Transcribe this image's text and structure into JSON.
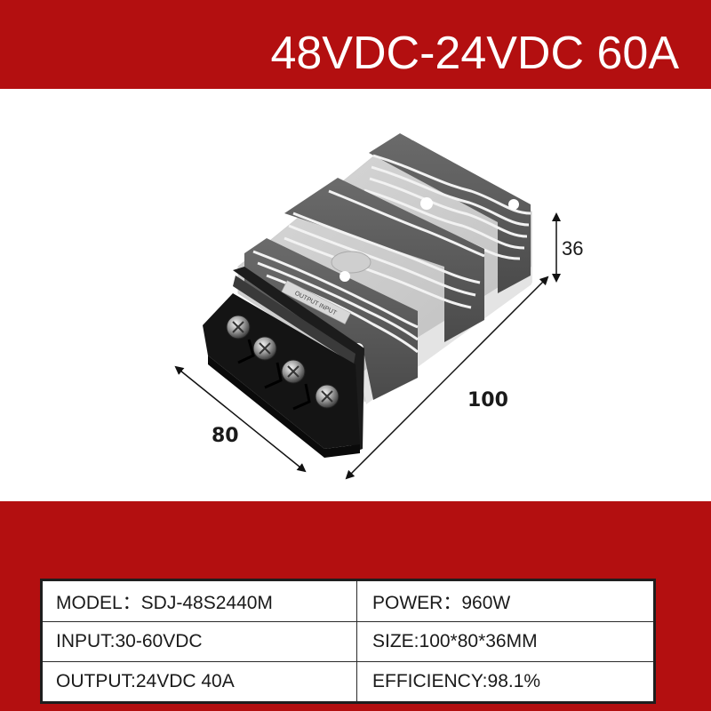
{
  "header": {
    "title": "48VDC-24VDC 60A"
  },
  "product": {
    "image_description": "isometric aluminum heatsink DC-DC converter with black 4-screw terminal block",
    "device_label": "OUTPUT INPUT",
    "dimensions": {
      "width_label": "80",
      "length_label": "100",
      "height_label": "36"
    }
  },
  "specs": {
    "rows": [
      {
        "left": "MODEL：SDJ-48S2440M",
        "right": "POWER：960W"
      },
      {
        "left": "INPUT:30-60VDC",
        "right": "SIZE:100*80*36MM"
      },
      {
        "left": "OUTPUT:24VDC 40A",
        "right": "EFFICIENCY:98.1%"
      }
    ]
  },
  "colors": {
    "brand_red": "#B30F10",
    "text_dark": "#1a1a1a",
    "white": "#ffffff"
  }
}
